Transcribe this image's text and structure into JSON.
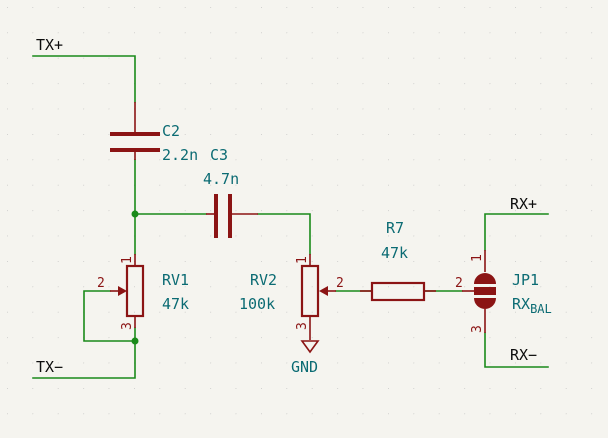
{
  "nets": {
    "tx_plus": "TX+",
    "tx_minus": "TX−",
    "rx_plus": "RX+",
    "rx_minus": "RX−",
    "gnd": "GND"
  },
  "components": {
    "c2": {
      "ref": "C2",
      "value": "2.2n"
    },
    "c3": {
      "ref": "C3",
      "value": "4.7n"
    },
    "rv1": {
      "ref": "RV1",
      "value": "47k",
      "pin1": "1",
      "pin2": "2",
      "pin3": "3"
    },
    "rv2": {
      "ref": "RV2",
      "value": "100k",
      "pin1": "1",
      "pin2": "2",
      "pin3": "3"
    },
    "r7": {
      "ref": "R7",
      "value": "47k"
    },
    "jp1": {
      "ref": "JP1",
      "value_main": "RX",
      "value_sub": "BAL",
      "pin1": "1",
      "pin2": "2",
      "pin3": "3"
    }
  },
  "colors": {
    "background": "#f5f4ef",
    "wire": "#1a8a1a",
    "component": "#8b1414",
    "reference_text": "#0b6b73",
    "net_text": "#0c0c0c"
  }
}
